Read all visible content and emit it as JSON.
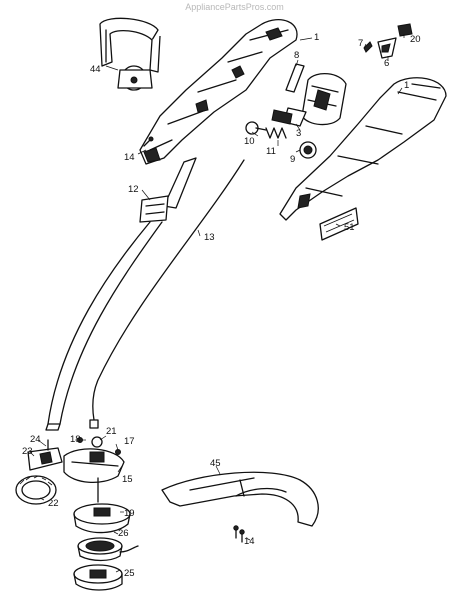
{
  "watermark": "AppliancePartsPros.com",
  "parts": [
    {
      "label": "1"
    },
    {
      "label": "1"
    },
    {
      "label": "3"
    },
    {
      "label": "6"
    },
    {
      "label": "7"
    },
    {
      "label": "8"
    },
    {
      "label": "9"
    },
    {
      "label": "10"
    },
    {
      "label": "11"
    },
    {
      "label": "12"
    },
    {
      "label": "13"
    },
    {
      "label": "14"
    },
    {
      "label": "14"
    },
    {
      "label": "15"
    },
    {
      "label": "17"
    },
    {
      "label": "18"
    },
    {
      "label": "19"
    },
    {
      "label": "20"
    },
    {
      "label": "21"
    },
    {
      "label": "22"
    },
    {
      "label": "23"
    },
    {
      "label": "24"
    },
    {
      "label": "25"
    },
    {
      "label": "26"
    },
    {
      "label": "44"
    },
    {
      "label": "45"
    },
    {
      "label": "51"
    }
  ]
}
